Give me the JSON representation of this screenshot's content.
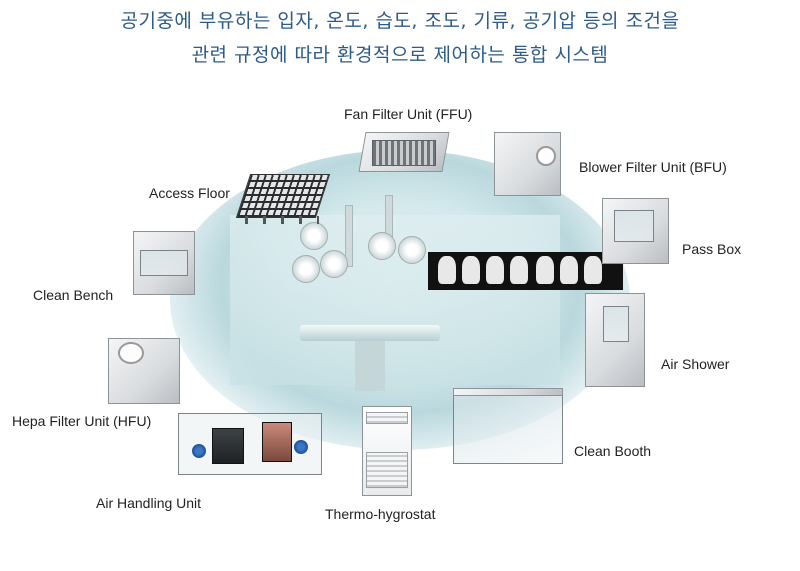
{
  "header": {
    "line1": "공기중에 부유하는 입자, 온도, 습도, 조도, 기류, 공기압 등의 조건을",
    "line2": "관련 규정에 따라 환경적으로 제어하는 통합 시스템"
  },
  "labels": {
    "ffu": "Fan Filter Unit (FFU)",
    "bfu": "Blower Filter Unit (BFU)",
    "access_floor": "Access Floor",
    "pass_box": "Pass Box",
    "clean_bench": "Clean Bench",
    "air_shower": "Air Shower",
    "hfu": "Hepa Filter Unit (HFU)",
    "clean_booth": "Clean Booth",
    "ahu": "Air Handling Unit",
    "thermo": "Thermo-hygrostat"
  },
  "colors": {
    "headline": "#2d5b8a",
    "label": "#222222",
    "scene_glow": "#b9d8dd"
  }
}
